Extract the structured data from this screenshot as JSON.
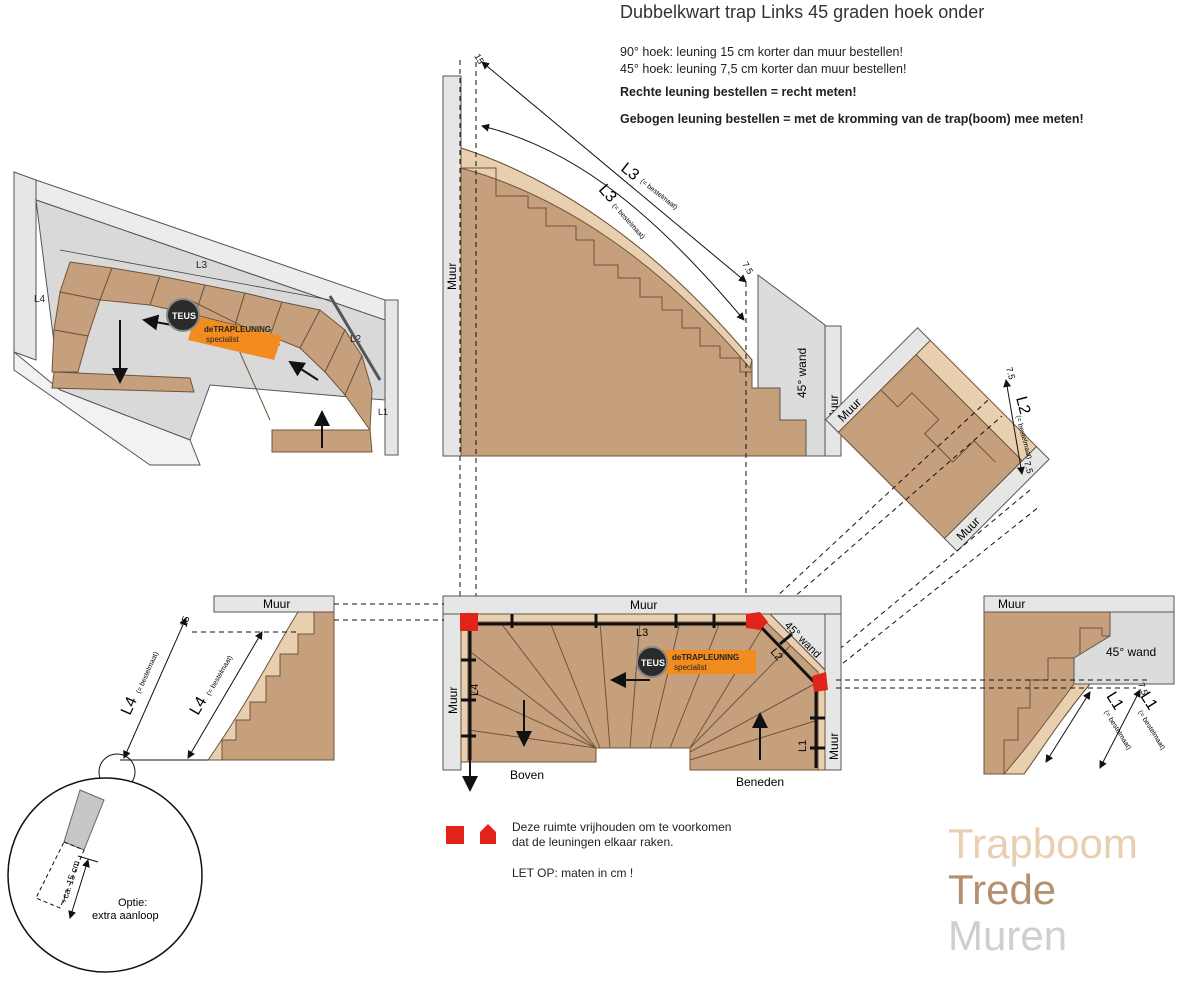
{
  "title": "Dubbelkwart trap Links 45 graden hoek onder",
  "notes": {
    "line1": "90° hoek: leuning 15 cm korter dan muur bestellen!",
    "line2": "45° hoek: leuning 7,5 cm korter dan muur bestellen!",
    "line3": "Rechte leuning bestellen = recht meten!",
    "line4": "Gebogen leuning bestellen = met de kromming van de trap(boom) mee meten!"
  },
  "labels": {
    "muur": "Muur",
    "wand45": "45° wand",
    "boven": "Boven",
    "beneden": "Beneden",
    "l1": "L1",
    "l2": "L2",
    "l3": "L3",
    "l4": "L4",
    "bestelmaat": "(= bestelmaat)",
    "m15": "15",
    "m75": "7,5",
    "m75b": "7.5",
    "teus": "TEUS",
    "de_trapleuning": "deTRAPLEUNING",
    "specialist": "specialist",
    "ca15": "+ca. 15 cm",
    "optie": "Optie:",
    "aanloop": "extra aanloop"
  },
  "legend_note": {
    "line1": "Deze ruimte vrijhouden om te voorkomen",
    "line2": "dat de leuningen elkaar raken.",
    "letop": "LET OP: maten in cm !"
  },
  "legend": {
    "trapboom": "Trapboom",
    "trede": "Trede",
    "muren": "Muren"
  },
  "colors": {
    "trapboom": "#e8cfb0",
    "trede": "#b39170",
    "muren": "#cfcfcf",
    "marker": "#e2231a",
    "orange": "#f28c1e"
  }
}
